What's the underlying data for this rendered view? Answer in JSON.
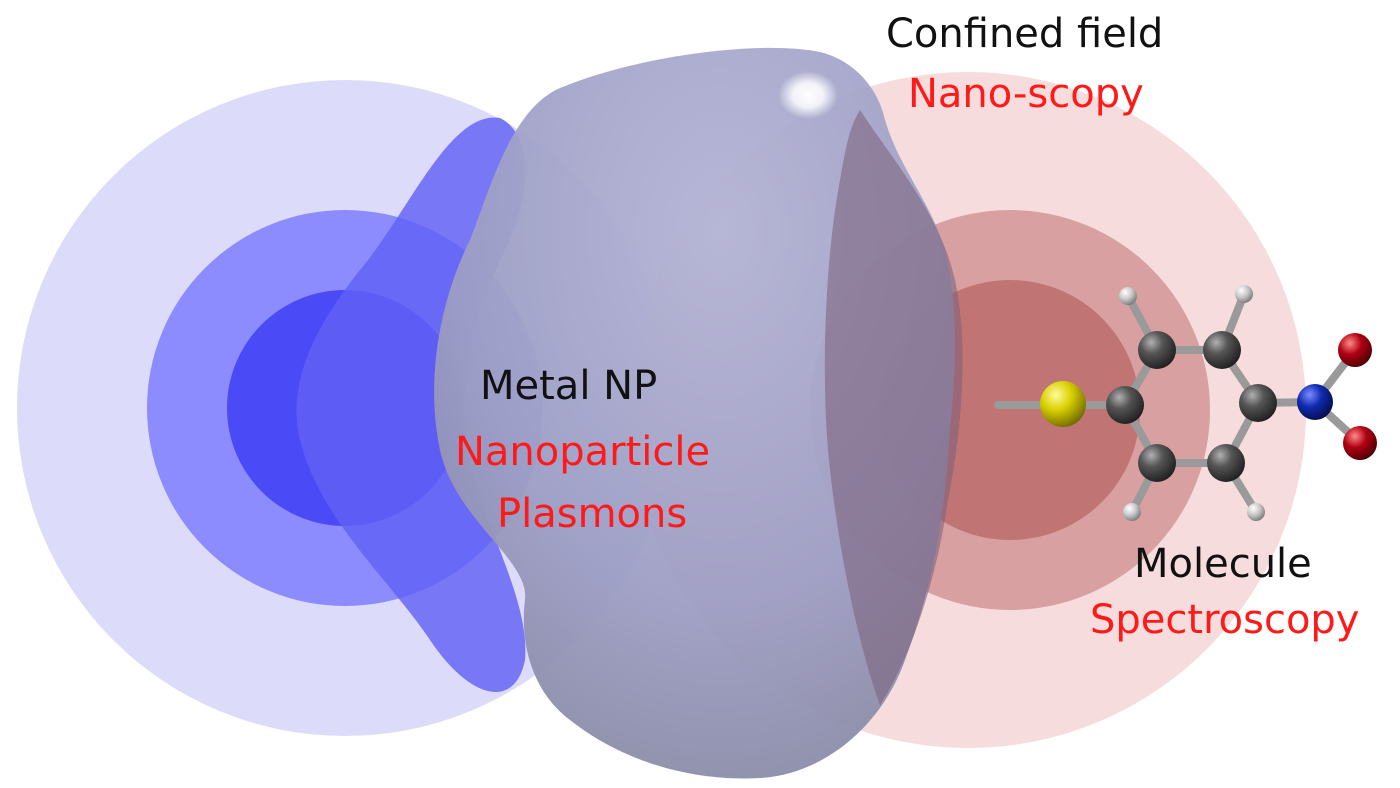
{
  "labels": {
    "confined_field": "Confined field",
    "nano_scopy": "Nano-scopy",
    "metal_np": "Metal NP",
    "nanoparticle": "Nanoparticle",
    "plasmons": "Plasmons",
    "molecule": "Molecule",
    "spectroscopy": "Spectroscopy"
  },
  "colors": {
    "label_black": "#111111",
    "label_red": "#ff1a1a",
    "left_field": "#5b5bff",
    "right_field": "#ff8a8a",
    "nanoparticle_body": "#8e8fb8",
    "carbon": "#3a3a3a",
    "sulfur": "#c9c200",
    "nitrogen": "#0a1a9a",
    "oxygen": "#9a0008",
    "hydrogen": "#cfcfcf"
  }
}
